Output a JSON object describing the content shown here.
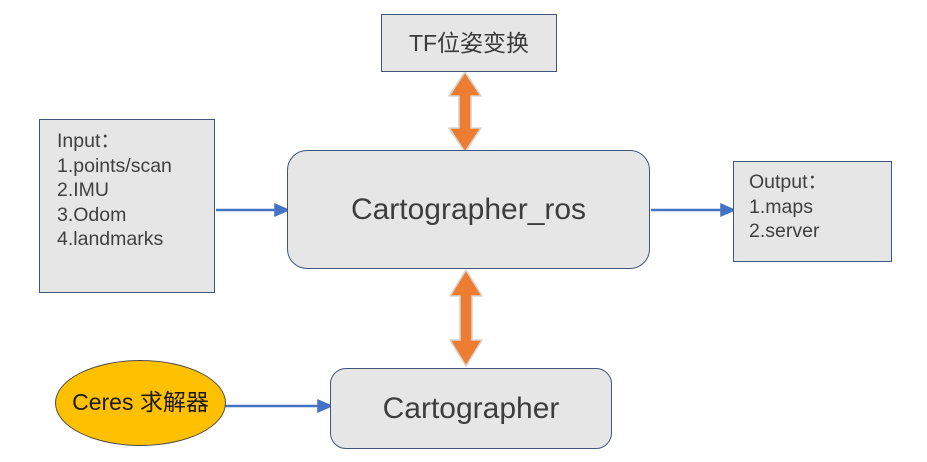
{
  "diagram": {
    "title": "Cartographer_ros system architecture",
    "colors": {
      "node_fill": "#e7e6e6",
      "node_border": "#41557b",
      "ellipse_fill": "#ffc000",
      "ellipse_border": "#4a4a4a",
      "blue_arrow": "#4472c4",
      "orange_arrow": "#ed7d31",
      "orange_arrow_border": "#c55a11",
      "text": "#404040",
      "background": "#ffffff"
    },
    "nodes": {
      "tf": {
        "label": "TF位姿变换",
        "shape": "rectangle",
        "lines": [
          "TF位姿变换"
        ]
      },
      "input": {
        "label": "Input list",
        "shape": "rectangle",
        "lines": [
          "Input：",
          "1.points/scan",
          "2.IMU",
          "3.Odom",
          "4.landmarks"
        ]
      },
      "main": {
        "label": "Cartographer_ros",
        "shape": "rounded-rectangle",
        "lines": [
          "Cartographer_ros"
        ]
      },
      "output": {
        "label": "Output list",
        "shape": "rectangle",
        "lines": [
          "Output：",
          "1.maps",
          "2.server"
        ]
      },
      "ceres": {
        "label": "Ceres solver",
        "shape": "ellipse",
        "lines": [
          "Ceres",
          "求解器"
        ]
      },
      "cartographer": {
        "label": "Cartographer",
        "shape": "rounded-rectangle",
        "lines": [
          "Cartographer"
        ]
      }
    },
    "connectors": [
      {
        "name": "input-to-main",
        "from": "input",
        "to": "main",
        "style": "single-arrow",
        "color": "#4472c4",
        "direction": "right"
      },
      {
        "name": "main-to-output",
        "from": "main",
        "to": "output",
        "style": "single-arrow",
        "color": "#4472c4",
        "direction": "right"
      },
      {
        "name": "ceres-to-cartographer",
        "from": "ceres",
        "to": "cartographer",
        "style": "single-arrow",
        "color": "#4472c4",
        "direction": "right"
      },
      {
        "name": "tf-to-main",
        "from": "tf",
        "to": "main",
        "style": "block-double-arrow",
        "color": "#ed7d31",
        "direction": "vertical-both"
      },
      {
        "name": "main-to-cartographer",
        "from": "main",
        "to": "cartographer",
        "style": "block-double-arrow",
        "color": "#ed7d31",
        "direction": "vertical-both"
      }
    ]
  }
}
